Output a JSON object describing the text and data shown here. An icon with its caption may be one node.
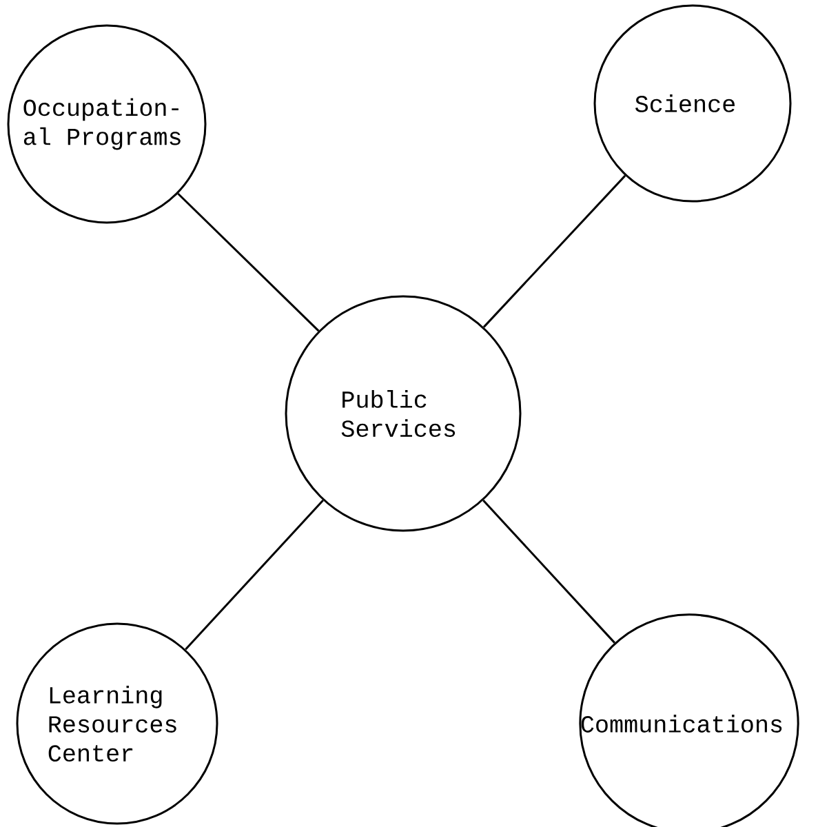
{
  "diagram": {
    "nodes": [
      {
        "text": [
          "Occupation- al Programs"
        ]
      },
      {
        "text": [
          "Science"
        ]
      },
      {
        "text": [
          "Public Services"
        ]
      },
      {
        "text": [
          "Learning Resources Center"
        ]
      },
      {
        "text": [
          "Communications"
        ]
      }
    ],
    "edges": [
      {
        "from": 2,
        "to": 0,
        "arrow": "none"
      },
      {
        "from": 2,
        "to": 1,
        "arrow": "none"
      },
      {
        "from": 2,
        "to": 3,
        "arrow": "none"
      },
      {
        "from": 2,
        "to": 4,
        "arrow": "none"
      }
    ]
  }
}
